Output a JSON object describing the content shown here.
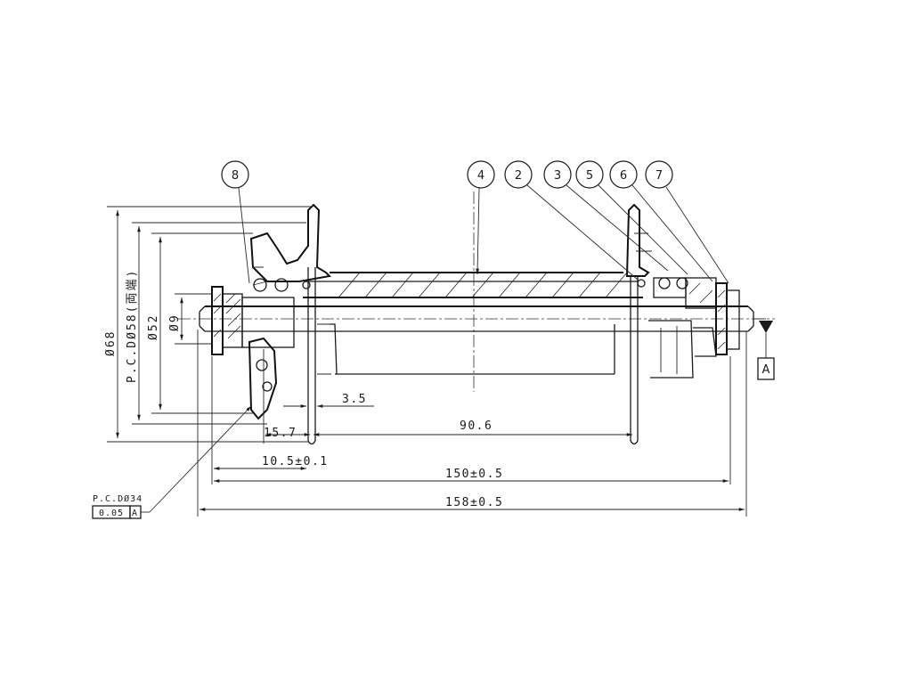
{
  "balloons": [
    "8",
    "4",
    "2",
    "3",
    "5",
    "6",
    "7"
  ],
  "dimensions": {
    "flange_dia": "Ø68",
    "pcd": "P.C.DØ58(両端)",
    "bearing_dia": "Ø52",
    "axle_dia": "Ø9",
    "flange_thickness": "3.5",
    "left_offset": "15.7",
    "flange_spacing": "90.6",
    "locknut_offset": "10.5±0.1",
    "over_locknut": "150±0.5",
    "overall_length": "158±0.5"
  },
  "datum": {
    "label": "A"
  },
  "tolerance": {
    "pcd_label": "P.C.DØ34",
    "value": "0.05",
    "datum_ref": "A"
  }
}
